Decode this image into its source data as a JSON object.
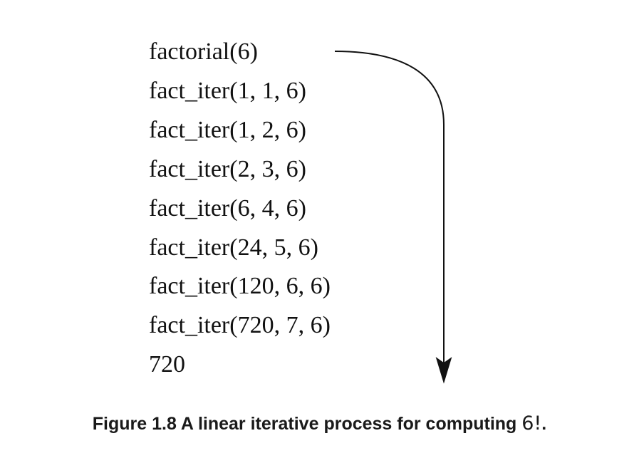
{
  "steps": [
    "factorial(6)",
    "fact_iter(1, 1, 6)",
    "fact_iter(1, 2, 6)",
    "fact_iter(2, 3, 6)",
    "fact_iter(6, 4, 6)",
    "fact_iter(24, 5, 6)",
    "fact_iter(120, 6, 6)",
    "fact_iter(720, 7, 6)",
    "720"
  ],
  "caption": {
    "label": "Figure 1.8 A linear iterative process for computing ",
    "math": "6!",
    "tail": "."
  },
  "colors": {
    "text": "#111111",
    "arrow": "#111111"
  }
}
